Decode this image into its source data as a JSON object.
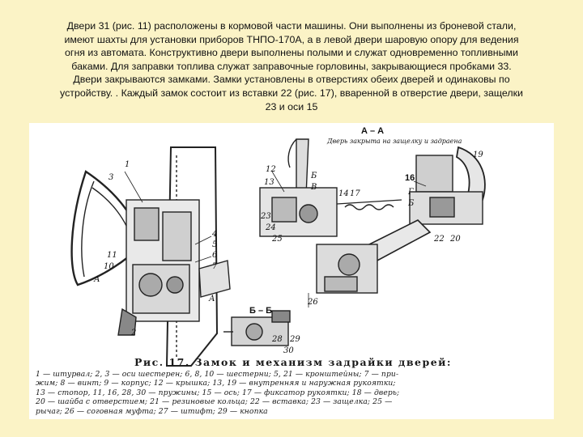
{
  "slide": {
    "text_lines": [
      "Двери 31 (рис. 11) расположены в кормовой части машины. Они выполнены из броневой стали,",
      "имеют шахты для установки приборов ТНПО-170А, а в левой двери шаровую опору для ведения",
      "огня из автомата. Конструктивно двери выполнены полыми и служат одновременно топливными",
      "баками. Для заправки топлива служат заправочные горловины, закрывающиеся пробками 33.",
      "Двери закрываются замками. Замки установлены в отверстиях обеих дверей и одинаковы по",
      "устройству. . Каждый замок состоит из вставки 22 (рис. 17), вваренной в отверстие двери, защелки",
      "23 и оси 15"
    ]
  },
  "figure": {
    "section_aa": "А – А",
    "section_bb": "Б – Б",
    "door_note": "Дверь закрыта на защелку и задраена",
    "labels": {
      "n1": "1",
      "n2": "2",
      "n3": "3",
      "n4": "4",
      "n5": "5",
      "n6": "6",
      "n7": "7",
      "n10": "10",
      "n11": "11",
      "n12": "12",
      "n13": "13",
      "n14": "14",
      "n16": "16",
      "n17": "17",
      "n19": "19",
      "n20": "20",
      "n22": "22",
      "n23": "23",
      "n24": "24",
      "n25": "25",
      "n26": "26",
      "n28": "28",
      "n29": "29",
      "n30": "30",
      "nA": "А",
      "nA2": "А",
      "nB": "Б",
      "nB2": "Б",
      "nV": "В",
      "nG": "Г"
    },
    "caption_title": "Рис. 17. Замок и механизм задрайки дверей:",
    "caption_lines": [
      "1 — штурвал;  2,  3 — оси  шестерен;  6,  8,  10 — шестерни;  5,  21 — кронштейны;  7 — при-",
      "жим;  8 — винт;  9 — корпус;  12 — крышка;  13,  19 — внутренняя и наружная рукоятки;",
      "13 — стопор,  11,  16,  28,  30 — пружины;  15 — ось;  17 — фиксатор рукоятки;  18 — дверь;",
      "20 — шайба с отверстием;  21 — резиновые кольца;  22 — вставка;  23 — защелка;  25 —",
      "рычаг;  26 — соговная муфта;  27 — штифт;  29 — кнопка"
    ]
  }
}
